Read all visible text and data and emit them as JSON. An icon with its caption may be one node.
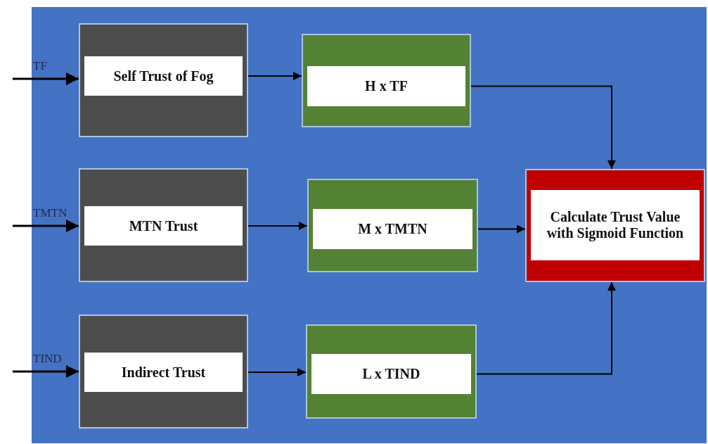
{
  "diagram": {
    "nodes": [
      {
        "text": [
          "Self Trust of Fog"
        ]
      },
      {
        "text": [
          "H x TF"
        ]
      },
      {
        "text": [
          "MTN Trust"
        ]
      },
      {
        "text": [
          "M x TMTN"
        ]
      },
      {
        "text": [
          "Indirect Trust"
        ]
      },
      {
        "text": [
          "L x TIND"
        ]
      },
      {
        "text": [
          "Calculate Trust Value with Sigmoid Function"
        ]
      }
    ],
    "edges": [
      {
        "from": null,
        "to": 0,
        "arrow": "to",
        "label": "TF"
      },
      {
        "from": 0,
        "to": 1,
        "arrow": "to"
      },
      {
        "from": 1,
        "to": 6,
        "arrow": "to"
      },
      {
        "from": null,
        "to": 2,
        "arrow": "to",
        "label": "TMTN"
      },
      {
        "from": 2,
        "to": 3,
        "arrow": "to"
      },
      {
        "from": 3,
        "to": 6,
        "arrow": "to"
      },
      {
        "from": null,
        "to": 4,
        "arrow": "to",
        "label": "TIND"
      },
      {
        "from": 4,
        "to": 5,
        "arrow": "to"
      },
      {
        "from": 5,
        "to": 6,
        "arrow": "to"
      }
    ]
  }
}
